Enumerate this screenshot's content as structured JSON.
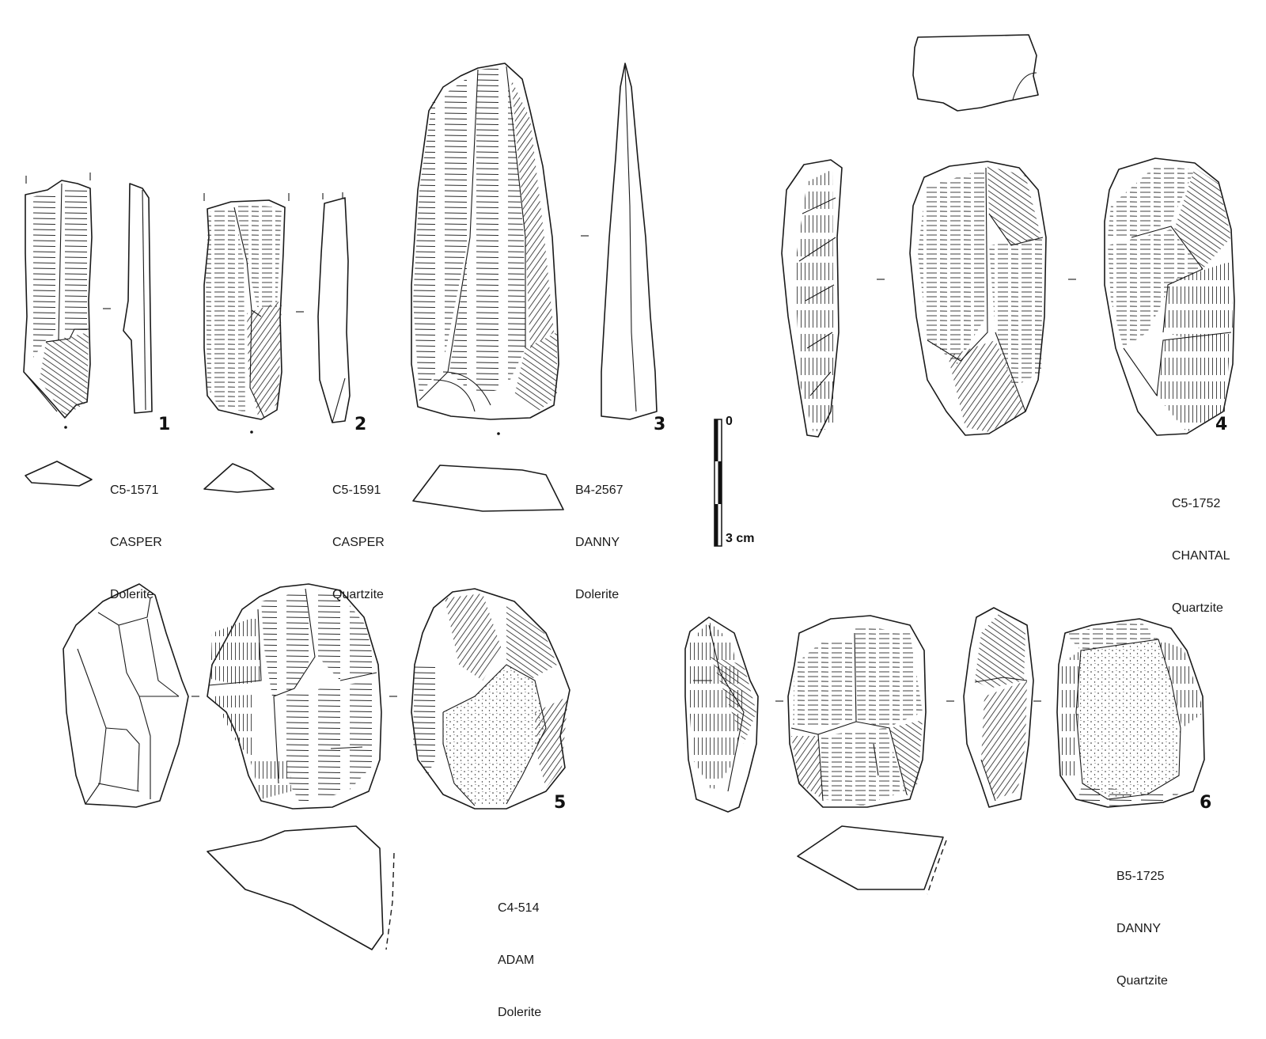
{
  "figure": {
    "type": "lithic-artifact-illustration-plate",
    "scale_bar": {
      "top_label": "0",
      "bottom_label": "3 cm",
      "segments": 3
    },
    "artifacts": [
      {
        "number": "1",
        "id": "C5-1571",
        "context": "CASPER",
        "material": "Dolerite"
      },
      {
        "number": "2",
        "id": "C5-1591",
        "context": "CASPER",
        "material": "Quartzite"
      },
      {
        "number": "3",
        "id": "B4-2567",
        "context": "DANNY",
        "material": "Dolerite"
      },
      {
        "number": "4",
        "id": "C5-1752",
        "context": "CHANTAL",
        "material": "Quartzite"
      },
      {
        "number": "5",
        "id": "C4-514",
        "context": "ADAM",
        "material": "Dolerite"
      },
      {
        "number": "6",
        "id": "B5-1725",
        "context": "DANNY",
        "material": "Quartzite"
      }
    ]
  },
  "colors": {
    "ink": "#1a1a1a",
    "paper": "#ffffff"
  }
}
